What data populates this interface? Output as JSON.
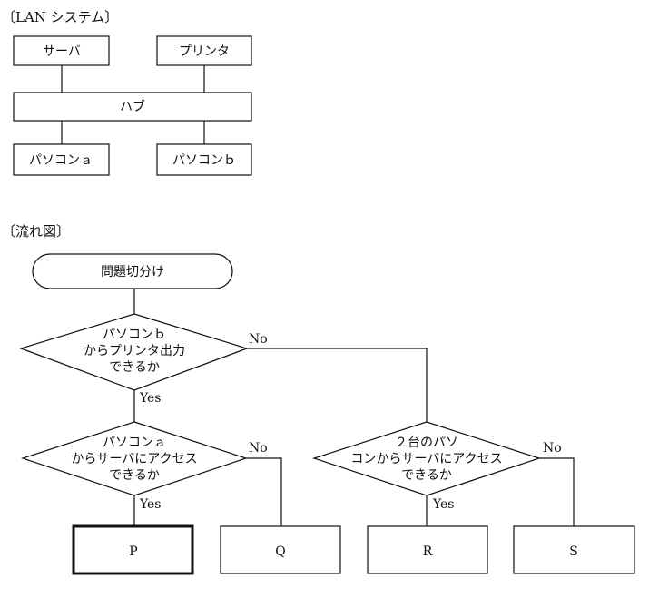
{
  "lan": {
    "heading": "〔LAN システム〕",
    "server": "サーバ",
    "printer": "プリンタ",
    "hub": "ハブ",
    "pc_a": "パソコンａ",
    "pc_b": "パソコンｂ"
  },
  "flow": {
    "heading": "〔流れ図〕",
    "start": "問題切分け",
    "decision1": [
      "パソコンｂ",
      "からプリンタ出力",
      "できるか"
    ],
    "decision2": [
      "パソコンａ",
      "からサーバにアクセス",
      "できるか"
    ],
    "decision3": [
      "２台のパソ",
      "コンからサーバにアクセス",
      "できるか"
    ],
    "yes": "Yes",
    "no": "No",
    "result_p": "P",
    "result_q": "Q",
    "result_r": "R",
    "result_s": "S"
  }
}
